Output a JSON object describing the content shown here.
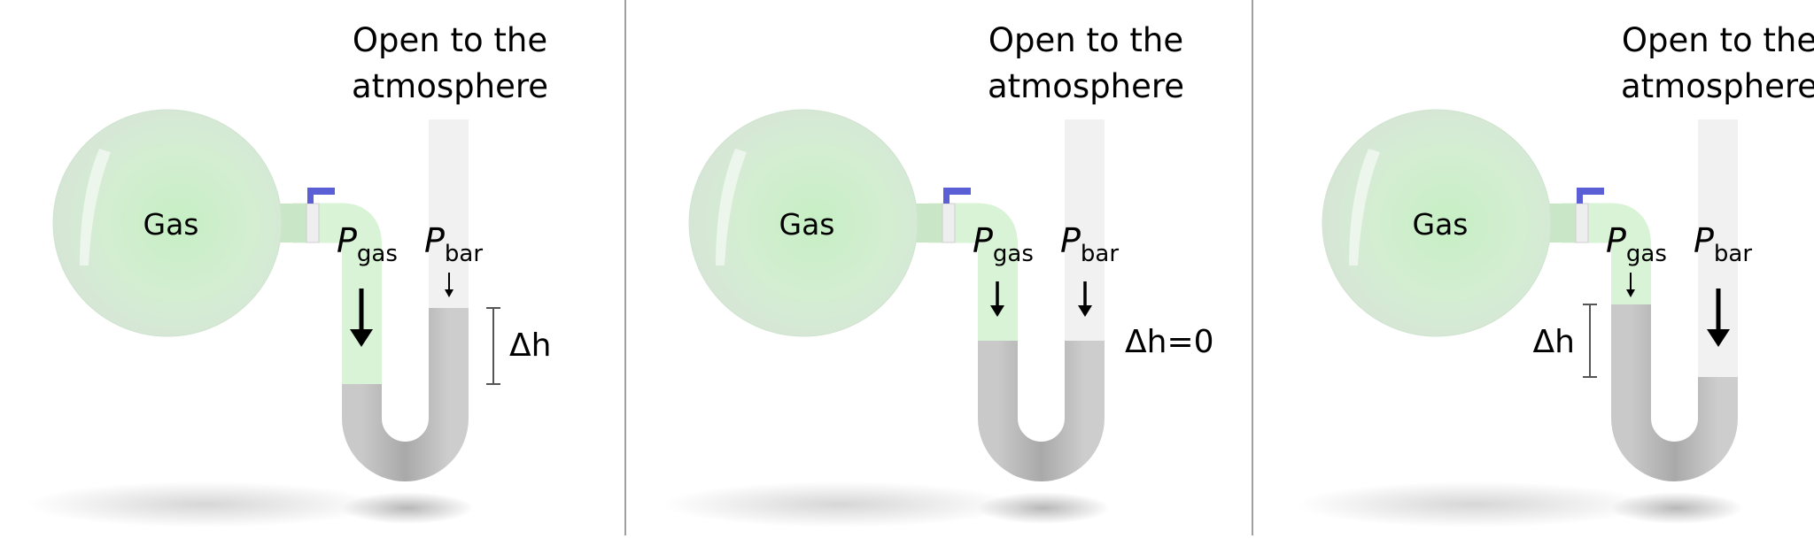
{
  "colors": {
    "gas_green": "#d8f2d6",
    "mercury_grey": "#cfcfcf",
    "open_tube": "#f1f1f1",
    "valve_blue": "#5a5fd6",
    "divider": "#a0a0a0"
  },
  "panels": [
    {
      "open_label_line1": "Open to the",
      "open_label_line2": "atmosphere",
      "gas_label": "Gas",
      "p_gas_symbol": "P",
      "p_gas_sub": "gas",
      "p_bar_symbol": "P",
      "p_bar_sub": "bar",
      "delta_h_label": "Δh",
      "comparison": "P_gas > P_bar"
    },
    {
      "open_label_line1": "Open to the",
      "open_label_line2": "atmosphere",
      "gas_label": "Gas",
      "p_gas_symbol": "P",
      "p_gas_sub": "gas",
      "p_bar_symbol": "P",
      "p_bar_sub": "bar",
      "delta_h_label": "Δh=0",
      "comparison": "P_gas = P_bar"
    },
    {
      "open_label_line1": "Open to the",
      "open_label_line2": "atmosphere",
      "gas_label": "Gas",
      "p_gas_symbol": "P",
      "p_gas_sub": "gas",
      "p_bar_symbol": "P",
      "p_bar_sub": "bar",
      "delta_h_label": "Δh",
      "comparison": "P_gas < P_bar"
    }
  ]
}
